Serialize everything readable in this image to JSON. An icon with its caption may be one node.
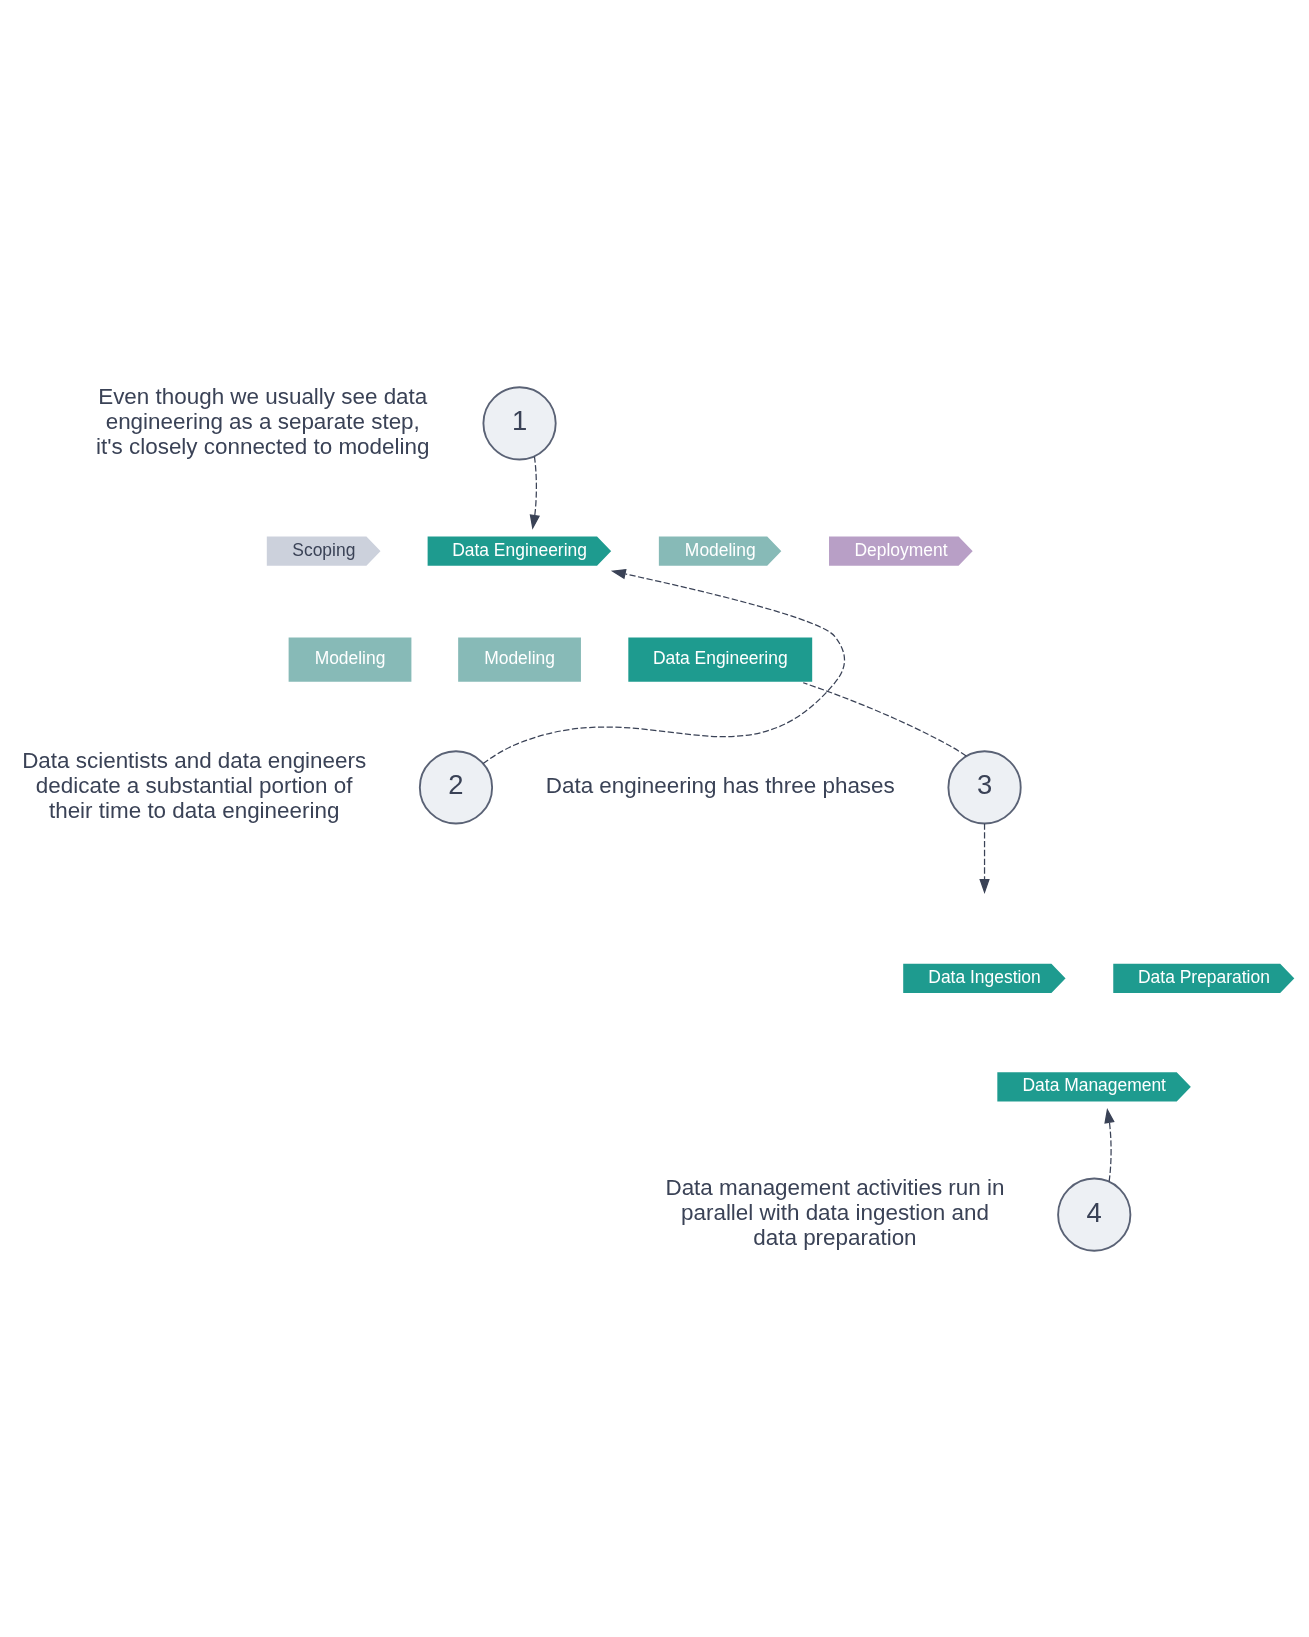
{
  "diagram": {
    "nodes": [
      {
        "text": [
          "Scoping"
        ]
      },
      {
        "text": [
          "Data Engineering"
        ]
      },
      {
        "text": [
          "Modeling"
        ]
      },
      {
        "text": [
          "Deployment"
        ]
      },
      {
        "text": [
          "Modeling"
        ]
      },
      {
        "text": [
          "Modeling"
        ]
      },
      {
        "text": [
          "Data Engineering"
        ]
      },
      {
        "text": [
          "1"
        ],
        "beside": [
          "Even though we usually see data engineering as a separate step, it's closely connected to modeling"
        ]
      },
      {
        "text": [
          "2"
        ],
        "beside": [
          "Data scientists and data engineers dedicate a substantial portion of their time to data engineering"
        ]
      },
      {
        "text": [
          "3"
        ],
        "beside": [
          "Data engineering has three phases"
        ]
      },
      {
        "text": [
          "4"
        ],
        "beside": [
          "Data management activities run in parallel with data ingestion and data preparation"
        ]
      },
      {
        "text": [
          "Data Ingestion"
        ]
      },
      {
        "text": [
          "Data Preparation"
        ]
      },
      {
        "text": [
          "Data Management"
        ]
      }
    ],
    "edges": [
      {
        "from": 7,
        "to": 1,
        "arrow": "to",
        "style": "dashed"
      },
      {
        "from": 8,
        "to": 1,
        "arrow": "to",
        "style": "dashed"
      },
      {
        "from": 9,
        "to": 6,
        "arrow": "none",
        "style": "dashed"
      },
      {
        "from": 9,
        "to": null,
        "arrow": "to",
        "style": "dashed"
      },
      {
        "from": 10,
        "to": 13,
        "arrow": "to",
        "style": "dashed"
      }
    ]
  }
}
